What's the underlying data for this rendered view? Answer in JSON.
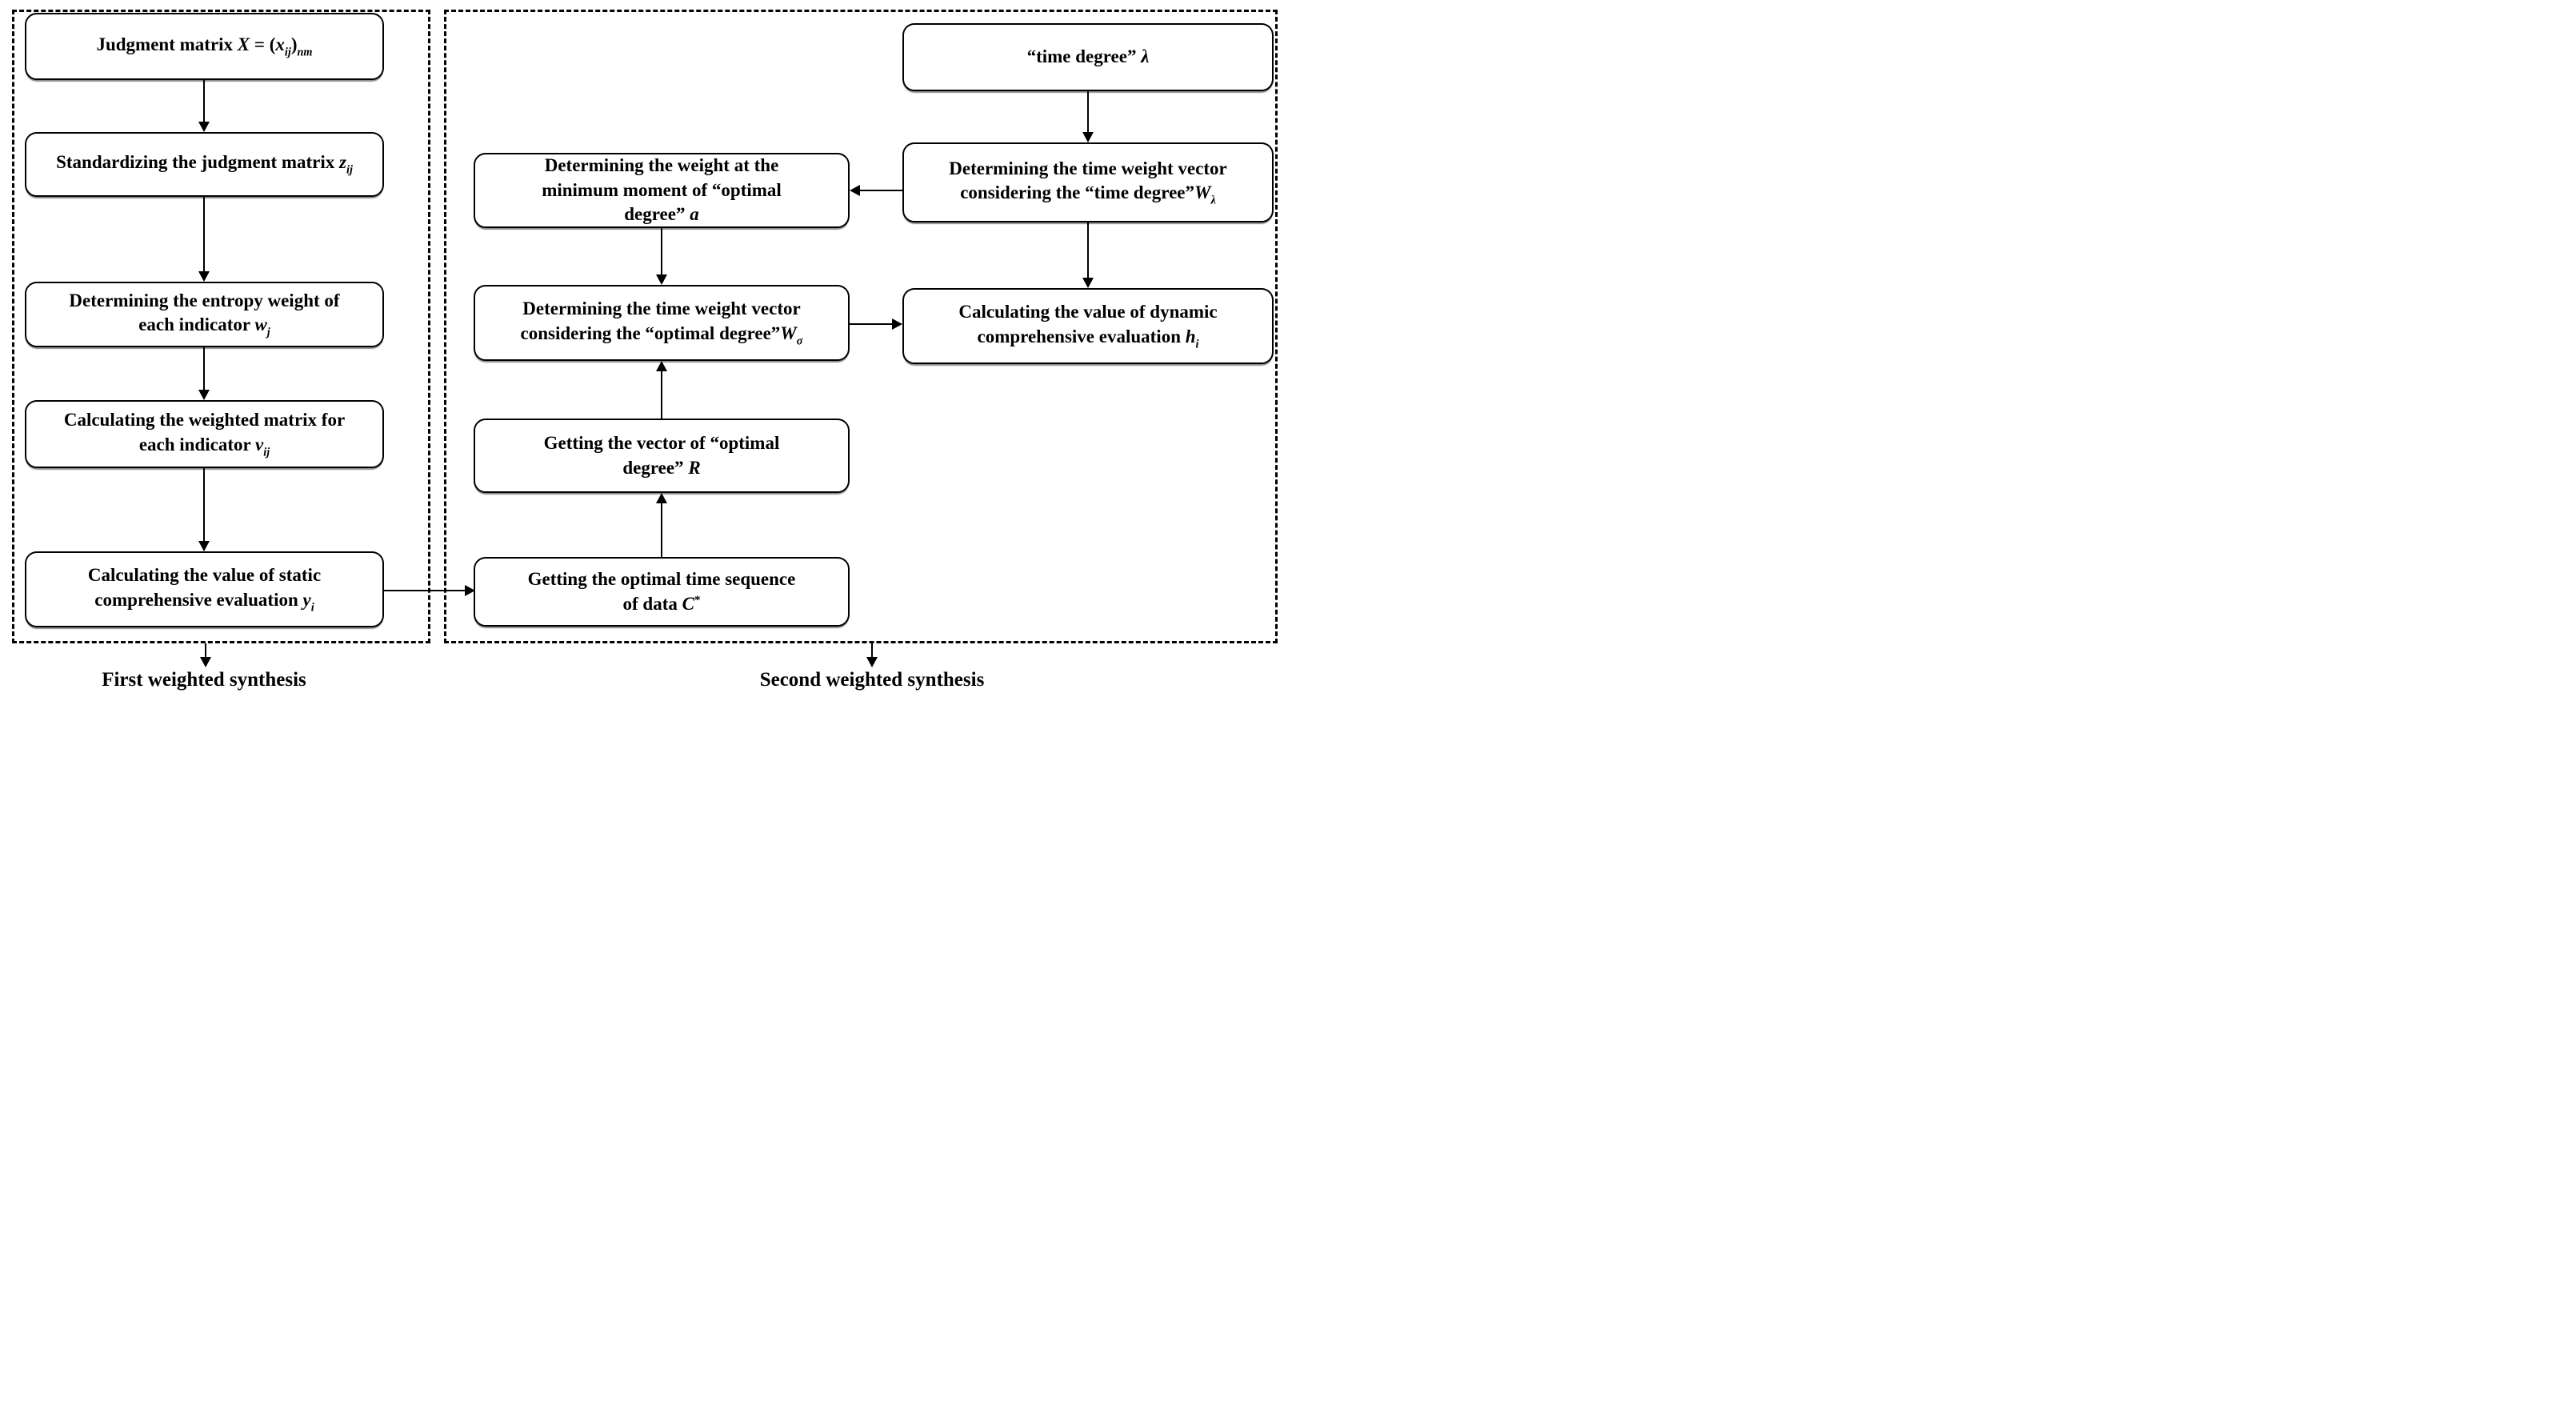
{
  "figure": {
    "type": "flowchart",
    "colors": {
      "line": "#000000",
      "box_background": "#ffffff",
      "text": "#000000"
    },
    "panels": {
      "first": {
        "label": "First weighted synthesis"
      },
      "second": {
        "label": "Second weighted synthesis"
      }
    },
    "boxes": {
      "judgment_matrix": {
        "segments": [
          {
            "t": "Judgment matrix "
          },
          {
            "t": "X",
            "s": "i"
          },
          {
            "t": " = ("
          },
          {
            "t": "x",
            "s": "i"
          },
          {
            "t": "ij",
            "s": "sub"
          },
          {
            "t": ")"
          },
          {
            "t": "nm",
            "s": "sub"
          }
        ]
      },
      "standardizing": {
        "segments": [
          {
            "t": "Standardizing the judgment matrix "
          },
          {
            "t": "z",
            "s": "i"
          },
          {
            "t": "ij",
            "s": "sub"
          }
        ]
      },
      "entropy_weight": {
        "segments": [
          {
            "t": "Determining the entropy weight of"
          },
          {
            "br": true
          },
          {
            "t": "each indicator "
          },
          {
            "t": "w",
            "s": "i"
          },
          {
            "t": "j",
            "s": "sub"
          }
        ]
      },
      "weighted_matrix": {
        "segments": [
          {
            "t": "Calculating the weighted matrix for"
          },
          {
            "br": true
          },
          {
            "t": "each indicator "
          },
          {
            "t": "v",
            "s": "i"
          },
          {
            "t": "ij",
            "s": "sub"
          }
        ]
      },
      "static_evaluation": {
        "segments": [
          {
            "t": "Calculating the value of static"
          },
          {
            "br": true
          },
          {
            "t": "comprehensive evaluation "
          },
          {
            "t": "y",
            "s": "i"
          },
          {
            "t": "i",
            "s": "sub"
          }
        ]
      },
      "min_moment_weight": {
        "segments": [
          {
            "t": "Determining the weight at the"
          },
          {
            "br": true
          },
          {
            "t": "minimum moment of “optimal"
          },
          {
            "br": true
          },
          {
            "t": "degree” "
          },
          {
            "t": "a",
            "s": "i"
          }
        ]
      },
      "optimal_degree_weight_vector": {
        "segments": [
          {
            "t": "Determining the time weight vector"
          },
          {
            "br": true
          },
          {
            "t": "considering the “optimal degree”"
          },
          {
            "t": "W",
            "s": "i"
          },
          {
            "t": "σ",
            "s": "sub"
          }
        ]
      },
      "optimal_degree_vector": {
        "segments": [
          {
            "t": "Getting the vector of “optimal"
          },
          {
            "br": true
          },
          {
            "t": "degree” "
          },
          {
            "t": "R",
            "s": "i"
          }
        ]
      },
      "optimal_time_sequence": {
        "segments": [
          {
            "t": "Getting the optimal time sequence"
          },
          {
            "br": true
          },
          {
            "t": "of data "
          },
          {
            "t": "C",
            "s": "i"
          },
          {
            "t": "*",
            "s": "sup"
          }
        ]
      },
      "time_degree": {
        "segments": [
          {
            "t": "“time degree” "
          },
          {
            "t": "λ",
            "s": "i"
          }
        ]
      },
      "time_degree_weight_vector": {
        "segments": [
          {
            "t": "Determining the time weight vector"
          },
          {
            "br": true
          },
          {
            "t": "considering the “time degree”"
          },
          {
            "t": "W",
            "s": "i"
          },
          {
            "t": "λ",
            "s": "sub"
          }
        ]
      },
      "dynamic_evaluation": {
        "segments": [
          {
            "t": "Calculating the value of dynamic"
          },
          {
            "br": true
          },
          {
            "t": "comprehensive evaluation "
          },
          {
            "t": "h",
            "s": "i"
          },
          {
            "t": "i",
            "s": "sub"
          }
        ]
      }
    }
  }
}
